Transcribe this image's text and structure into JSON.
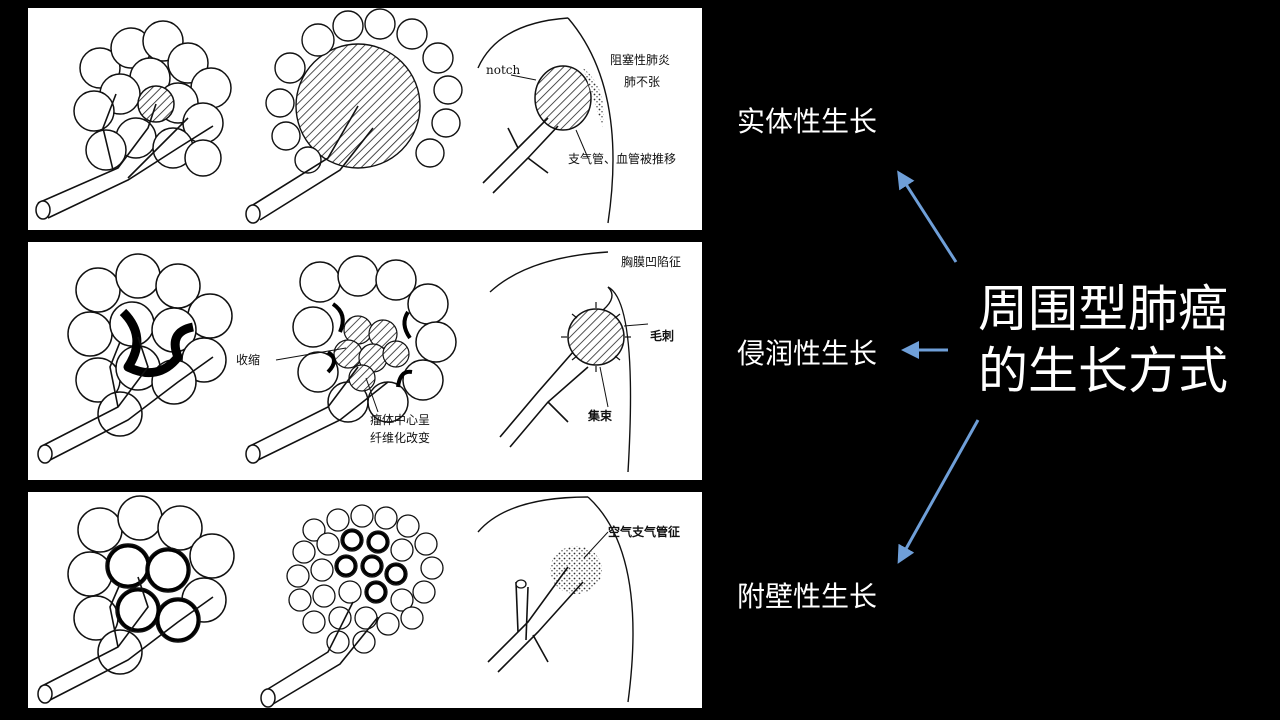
{
  "panels": {
    "solid": {
      "labels": {
        "notch": "notch",
        "obstructive_pneumonia": "阻塞性肺炎",
        "atelectasis": "肺不张",
        "bronchus_displaced": "支气管、血管被推移"
      }
    },
    "infiltrative": {
      "labels": {
        "contraction": "收缩",
        "pleural_indentation": "胸膜凹陷征",
        "spiculation": "毛刺",
        "fibrosis_line1": "瘤体中心呈",
        "fibrosis_line2": "纤维化改变",
        "bundling": "集束"
      }
    },
    "lepidic": {
      "labels": {
        "air_bronchogram": "空气支气管征"
      }
    }
  },
  "right": {
    "solid_growth": "实体性生长",
    "infiltrative_growth": "侵润性生长",
    "lepidic_growth": "附壁性生长",
    "title_line1": "周围型肺癌",
    "title_line2": "的生长方式"
  },
  "colors": {
    "arrow": "#6f9fd8",
    "background": "#000000",
    "panel": "#ffffff"
  }
}
